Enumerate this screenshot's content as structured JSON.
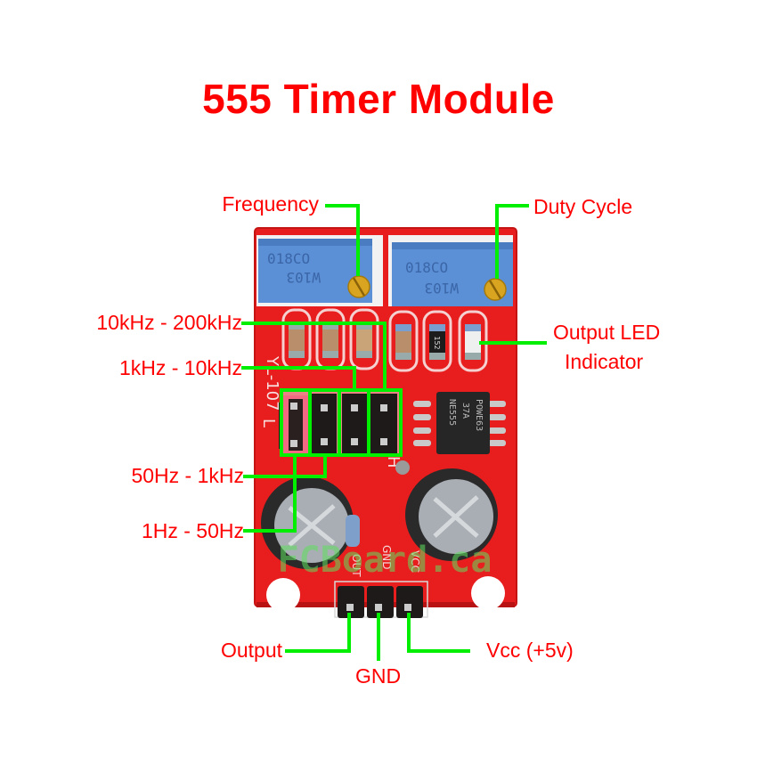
{
  "title": "555 Timer Module",
  "colors": {
    "title": "#ff0000",
    "label": "#ff0000",
    "leader": "#00ee00",
    "pcb": "#e81d1d",
    "trimpot": "#5b8fd6",
    "header": "#1e1a1a"
  },
  "board": {
    "silkscreen_id": "YL-107",
    "ic_marking": [
      "NE555",
      "37A",
      "POWE63"
    ],
    "trimpot_marking": [
      "018 CO",
      "W103"
    ],
    "resistor_marking": "152",
    "jumper_low_label": "L",
    "jumper_high_label": "H",
    "pin_labels": [
      "OUT",
      "GND",
      "VCC"
    ],
    "watermark": "FCBoard.ca"
  },
  "labels": {
    "frequency": "Frequency",
    "duty_cycle": "Duty Cycle",
    "range_10k_200k": "10kHz - 200kHz",
    "range_1k_10k": "1kHz - 10kHz",
    "output_led_line1": "Output LED",
    "output_led_line2": "Indicator",
    "range_50_1k": "50Hz - 1kHz",
    "range_1_50": "1Hz - 50Hz",
    "output": "Output",
    "gnd": "GND",
    "vcc": "Vcc (+5v)"
  }
}
